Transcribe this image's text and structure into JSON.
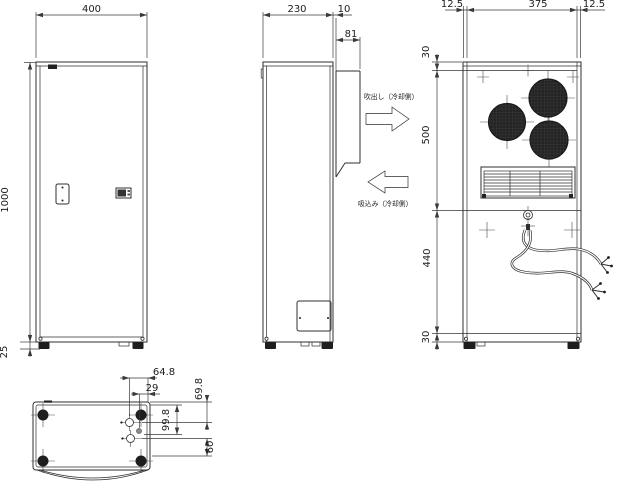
{
  "colors": {
    "line": "#2f2f2f",
    "dim_line": "#3a3a3a",
    "fan_fill": "#262626",
    "foot_fill": "#1e1e1e",
    "hole_fill": "#8a8a8a",
    "background": "#ffffff"
  },
  "dims": {
    "front_width": "400",
    "front_height": "1000",
    "front_foot_height": "25",
    "side_depth": "230",
    "side_rear_gap": "10",
    "side_duct_depth": "81",
    "rear_flange_left": "12.5",
    "rear_panel_width": "375",
    "rear_flange_right": "12.5",
    "rear_top_rail": "30",
    "rear_upper_section": "500",
    "rear_lower_section": "440",
    "rear_bottom_rail": "30",
    "bottom_hole_offset_right": "64.8",
    "bottom_hole_offset_right2": "29",
    "bottom_hole_offset_top": "69.8",
    "bottom_hole_offset_top2": "99.8",
    "bottom_hole_offset_bottom": "60"
  },
  "labels": {
    "airflow_out": "吹出し（冷却側）",
    "airflow_in": "吸込み（冷却側）"
  }
}
